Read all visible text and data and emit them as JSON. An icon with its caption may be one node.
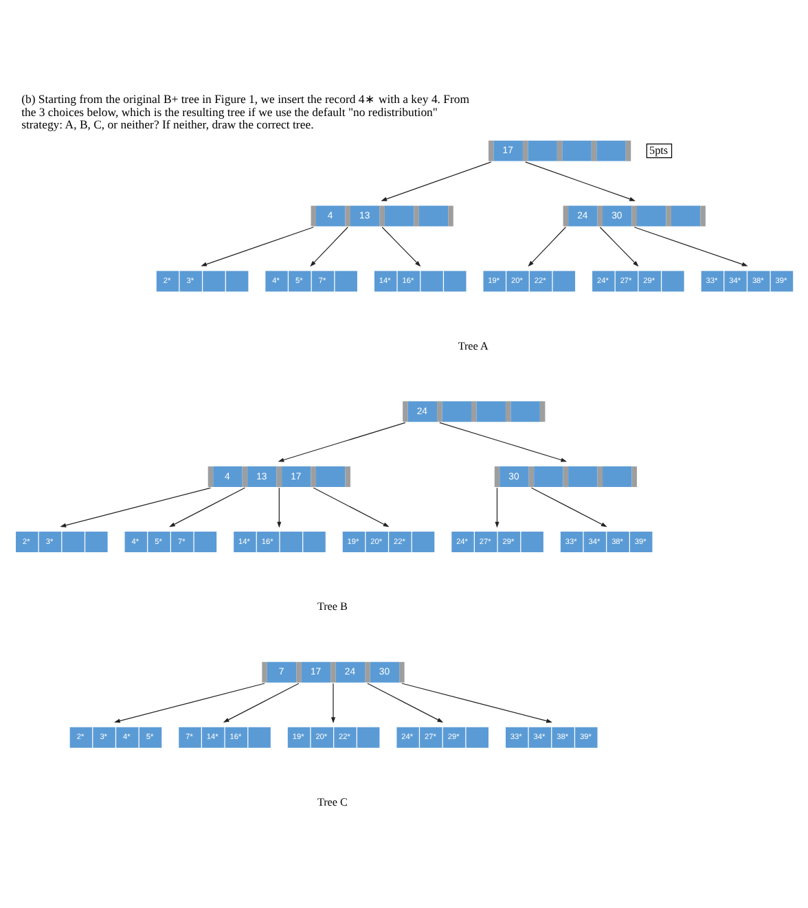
{
  "diagram": {
    "title": "(b) Starting from the original B+ tree in Figure 1, we insert the record 4∗ with a key 4. From the 3 choices below, which is the resulting tree if we use the default \"no redistribution\" strategy: A, B, C, or neither? If neither, draw the correct tree.",
    "nodes": [
      {
        "text": [
          "17"
        ]
      },
      {
        "text": [
          "4",
          "13"
        ]
      },
      {
        "text": [
          "24",
          "30"
        ]
      },
      {
        "text": [
          "2*",
          "3*"
        ]
      },
      {
        "text": [
          "4*",
          "5*",
          "7*"
        ]
      },
      {
        "text": [
          "14*",
          "16*"
        ]
      },
      {
        "text": [
          "19*",
          "20*",
          "22*"
        ]
      },
      {
        "text": [
          "24*",
          "27*",
          "29*"
        ]
      },
      {
        "text": [
          "33*",
          "34*",
          "38*",
          "39*"
        ]
      },
      {
        "text": [
          "24"
        ]
      },
      {
        "text": [
          "4",
          "13",
          "17"
        ]
      },
      {
        "text": [
          "30"
        ]
      },
      {
        "text": [
          "2*",
          "3*"
        ]
      },
      {
        "text": [
          "4*",
          "5*",
          "7*"
        ]
      },
      {
        "text": [
          "14*",
          "16*"
        ]
      },
      {
        "text": [
          "19*",
          "20*",
          "22*"
        ]
      },
      {
        "text": [
          "24*",
          "27*",
          "29*"
        ]
      },
      {
        "text": [
          "33*",
          "34*",
          "38*",
          "39*"
        ]
      },
      {
        "text": [
          "7",
          "17",
          "24",
          "30"
        ]
      },
      {
        "text": [
          "2*",
          "3*",
          "4*",
          "5*"
        ]
      },
      {
        "text": [
          "7*",
          "14*",
          "16*"
        ]
      },
      {
        "text": [
          "19*",
          "20*",
          "22*"
        ]
      },
      {
        "text": [
          "24*",
          "27*",
          "29*"
        ]
      },
      {
        "text": [
          "33*",
          "34*",
          "38*",
          "39*"
        ]
      }
    ],
    "edges": [
      {
        "from": 0,
        "to": 1,
        "arrow": "to"
      },
      {
        "from": 0,
        "to": 2,
        "arrow": "to"
      },
      {
        "from": 1,
        "to": 3,
        "arrow": "to"
      },
      {
        "from": 1,
        "to": 4,
        "arrow": "to"
      },
      {
        "from": 1,
        "to": 5,
        "arrow": "to"
      },
      {
        "from": 2,
        "to": 6,
        "arrow": "to"
      },
      {
        "from": 2,
        "to": 7,
        "arrow": "to"
      },
      {
        "from": 2,
        "to": 8,
        "arrow": "to"
      },
      {
        "from": 9,
        "to": 10,
        "arrow": "to"
      },
      {
        "from": 9,
        "to": 11,
        "arrow": "to"
      },
      {
        "from": 10,
        "to": 12,
        "arrow": "to"
      },
      {
        "from": 10,
        "to": 13,
        "arrow": "to"
      },
      {
        "from": 10,
        "to": 14,
        "arrow": "to"
      },
      {
        "from": 10,
        "to": 15,
        "arrow": "to"
      },
      {
        "from": 11,
        "to": 16,
        "arrow": "to"
      },
      {
        "from": 11,
        "to": 17,
        "arrow": "to"
      },
      {
        "from": 18,
        "to": 19,
        "arrow": "to"
      },
      {
        "from": 18,
        "to": 20,
        "arrow": "to"
      },
      {
        "from": 18,
        "to": 21,
        "arrow": "to"
      },
      {
        "from": 18,
        "to": 22,
        "arrow": "to"
      },
      {
        "from": 18,
        "to": 23,
        "arrow": "to"
      }
    ],
    "labels": [
      "5pts",
      "Tree A",
      "Tree B",
      "Tree C"
    ]
  }
}
